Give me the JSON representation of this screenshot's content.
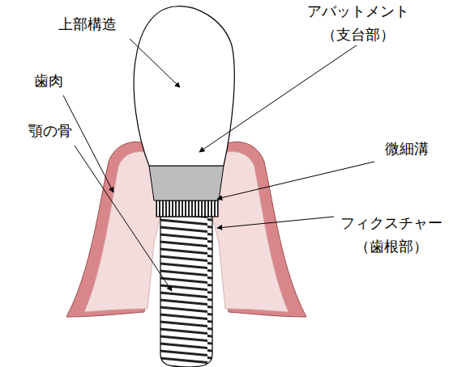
{
  "diagram": {
    "labels": [
      "上部構造",
      "アバットメント （支台部）",
      "歯肉",
      "微細溝",
      "顎の骨",
      "フィクスチャー （歯根部）"
    ]
  }
}
